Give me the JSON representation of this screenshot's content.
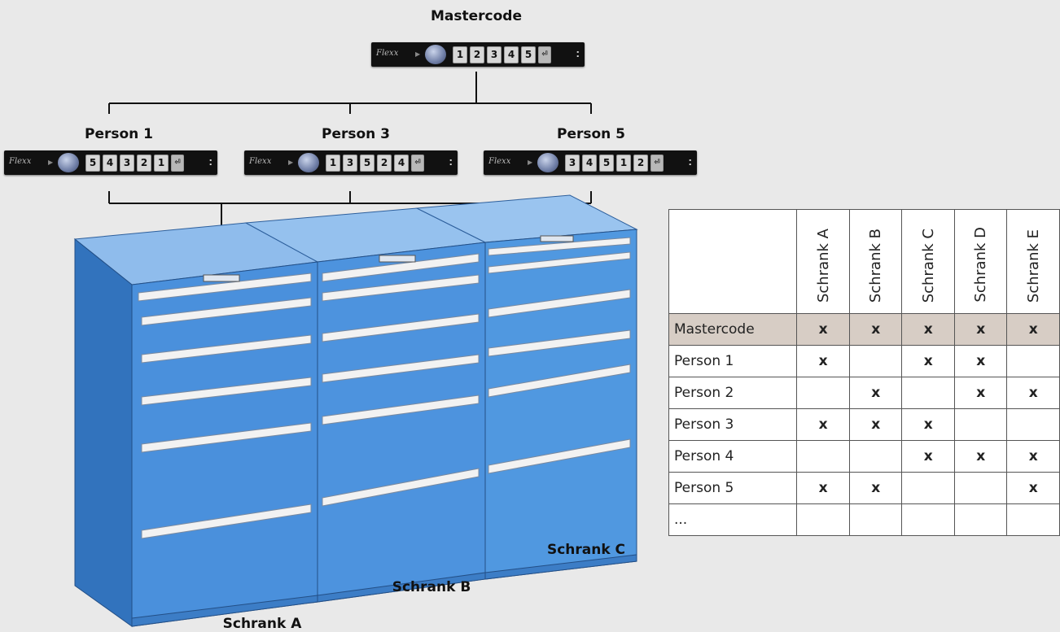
{
  "labels": {
    "mastercode": "Mastercode",
    "person1": "Person 1",
    "person3": "Person 3",
    "person5": "Person 5",
    "schrank_a": "Schrank A",
    "schrank_b": "Schrank B",
    "schrank_c": "Schrank C"
  },
  "keypads": {
    "master": {
      "brand": "Flexx",
      "keys": [
        "1",
        "2",
        "3",
        "4",
        "5"
      ],
      "enter": "⏎"
    },
    "person1": {
      "brand": "Flexx",
      "keys": [
        "5",
        "4",
        "3",
        "2",
        "1"
      ],
      "enter": "⏎"
    },
    "person3": {
      "brand": "Flexx",
      "keys": [
        "1",
        "3",
        "5",
        "2",
        "4"
      ],
      "enter": "⏎"
    },
    "person5": {
      "brand": "Flexx",
      "keys": [
        "3",
        "4",
        "5",
        "1",
        "2"
      ],
      "enter": "⏎"
    }
  },
  "table": {
    "columns": [
      "Schrank A",
      "Schrank B",
      "Schrank C",
      "Schrank D",
      "Schrank E"
    ],
    "rows": [
      {
        "label": "Mastercode",
        "cells": [
          "x",
          "x",
          "x",
          "x",
          "x"
        ]
      },
      {
        "label": "Person 1",
        "cells": [
          "x",
          "",
          "x",
          "x",
          ""
        ]
      },
      {
        "label": "Person 2",
        "cells": [
          "",
          "x",
          "",
          "x",
          "x"
        ]
      },
      {
        "label": "Person 3",
        "cells": [
          "x",
          "x",
          "x",
          "",
          ""
        ]
      },
      {
        "label": "Person 4",
        "cells": [
          "",
          "",
          "x",
          "x",
          "x"
        ]
      },
      {
        "label": "Person 5",
        "cells": [
          "x",
          "x",
          "",
          "",
          "x"
        ]
      },
      {
        "label": "...",
        "cells": [
          "",
          "",
          "",
          "",
          ""
        ]
      }
    ]
  },
  "colors": {
    "background": "#e9e9e9",
    "cabinet_front": "#4a90dc",
    "cabinet_top": "#8fbcec",
    "cabinet_side": "#3273bd",
    "drawer_handle": "#f2f2f2",
    "mastercode_row": "#d7cdc5"
  }
}
